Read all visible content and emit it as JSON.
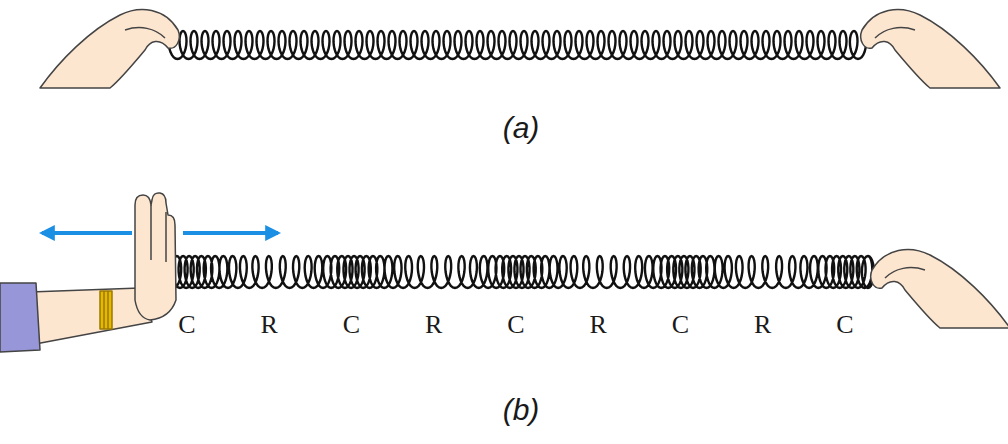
{
  "diagram": {
    "labels": [
      "(a)",
      "C",
      "R",
      "C",
      "R",
      "C",
      "R",
      "C",
      "R",
      "C",
      "(b)"
    ]
  }
}
